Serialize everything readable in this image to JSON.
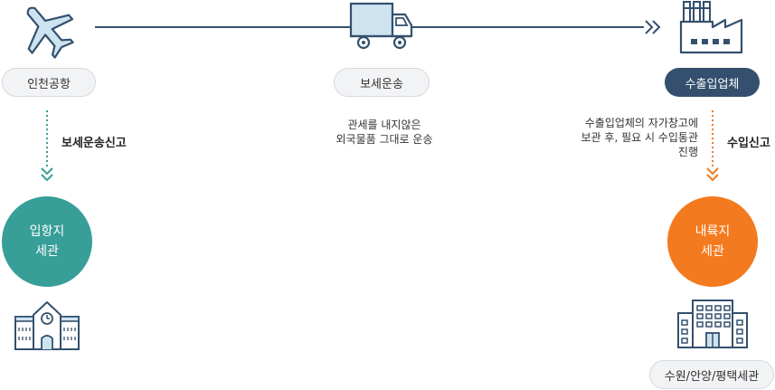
{
  "nodes": {
    "airport": "인천공항",
    "transport": "보세운송",
    "importer": "수출입업체",
    "entry_customs": "입항지\n세관",
    "inland_customs": "내륙지\n세관",
    "regional_customs": "수원/안양/평택세관"
  },
  "steps": {
    "left": "보세운송신고",
    "right": "수입신고"
  },
  "descriptions": {
    "transport": "관세를 내지않은\n외국물품 그대로 운송",
    "importer": "수출입업체의 자가창고에\n보관 후, 필요 시 수입통관\n진행"
  },
  "icons": {
    "airplane": "airplane-icon",
    "truck": "truck-icon",
    "factory": "factory-icon",
    "school": "customs-building-icon",
    "building": "office-building-icon"
  },
  "colors": {
    "navy": "#34506e",
    "teal": "#389e98",
    "orange": "#f47a1f",
    "icon_light": "#cde3ef"
  }
}
